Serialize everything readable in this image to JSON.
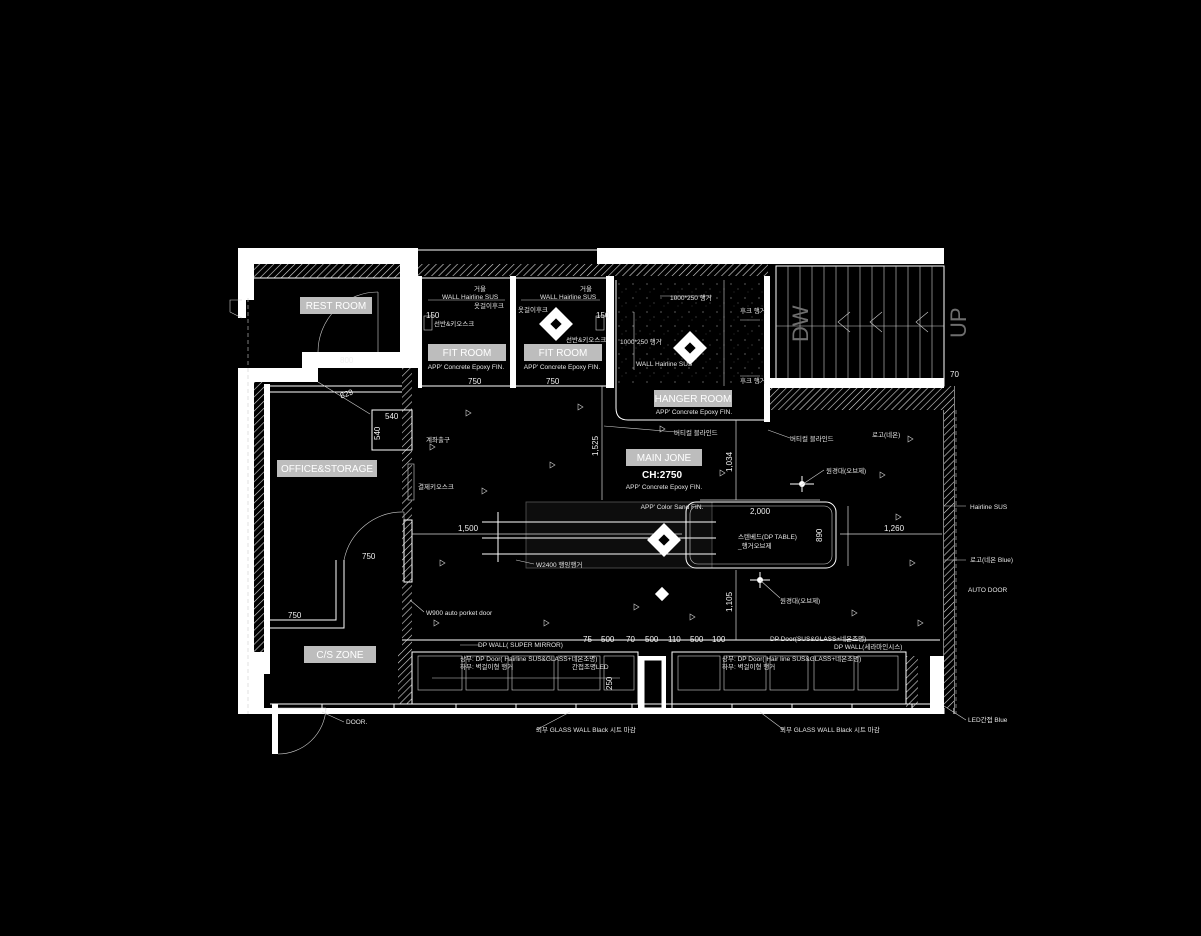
{
  "rooms": {
    "rest_room": "REST ROOM",
    "fit_room_1": "FIT ROOM",
    "fit_room_2": "FIT ROOM",
    "hanger_room": "HANGER ROOM",
    "main_jone": "MAIN JONE",
    "office_storage": "OFFICE&STORAGE",
    "cs_zone": "C/S ZONE"
  },
  "ceiling_height": "CH:2750",
  "finishes": {
    "fit1": "APP' Concrete Epoxy FIN.",
    "fit2": "APP' Concrete Epoxy FIN.",
    "hanger": "APP' Concrete Epoxy FIN.",
    "main": "APP' Concrete Epoxy FIN.",
    "color_sand": "APP' Color Sand FIN."
  },
  "annotations": {
    "mirror1": "거울",
    "wall_sus1": "WALL Hairline SUS",
    "hook1": "옷걸이후크",
    "kiosk1": "선반&키오스크",
    "mirror2": "거울",
    "wall_sus2": "WALL Hairline SUS",
    "hook2": "옷걸이후크",
    "kiosk2": "선반&키오스크",
    "hanger1000_top": "1000*250 행거",
    "hanger1000_mid": "1000*250 행거",
    "hook3": "후크 행거",
    "hook4": "후크 행거",
    "wall_sus3": "WALL Hairline SUS",
    "vertical_blind1": "버티컬 블라인드",
    "vertical_blind2": "버티컬 블라인드",
    "logo_neon": "로고(네온)",
    "exit": "계좌출구",
    "pay_kiosk": "결제키오스크",
    "mannequin1": "원경대(오브제)",
    "mannequin2": "원경대(오브제)",
    "hairline_sus": "Hairline SUS",
    "logo_blue": "로고(네온 Blue)",
    "auto_door": "AUTO DOOR",
    "dp_table1": "스텐베드(DP TABLE)",
    "dp_table2": "_행거오브제",
    "w2400": "W2400 행잉행거",
    "w900": "W900 auto porket door",
    "dp_wall_mirror": "DP WALL( SUPER MIRROR)",
    "dp_door_left1": "상부: DP Door( Hairline SUS&GLASS+네온조명)",
    "dp_door_left2": "하부: 벽걸이형 행거",
    "indirect_led": "간접조명LED",
    "dp_door_right_title": "DP Door(SUS&GLASS+네온조명)",
    "dp_wall_right": "DP WALL(세라마인시스)",
    "dp_door_right1": "상부: DP Door( Hair line SUS&GLASS+네온조명)",
    "dp_door_right2": "하부: 벽걸이형 행거",
    "door": "DOOR.",
    "glass_wall_left": "외부 GLASS WALL Black 시트 마감",
    "glass_wall_right": "외부 GLASS WALL Black 시트 마감",
    "led_blue": "LED간접 Blue"
  },
  "dimensions": {
    "d800": "800",
    "d829": "829",
    "d540a": "540",
    "d540b": "540",
    "d150a": "150",
    "d150b": "150",
    "d750a": "750",
    "d750b": "750",
    "d750c": "750",
    "d750d": "750",
    "d1525": "1,525",
    "d1034": "1,034",
    "d1500": "1,500",
    "d2000": "2,000",
    "d890": "890",
    "d1260": "1,260",
    "d1105": "1,105",
    "d70": "70",
    "d250": "250",
    "bottom_row": [
      "75",
      "500",
      "70",
      "500",
      "110",
      "500",
      "100"
    ]
  },
  "stair": {
    "dw": "DW",
    "up": "UP"
  }
}
